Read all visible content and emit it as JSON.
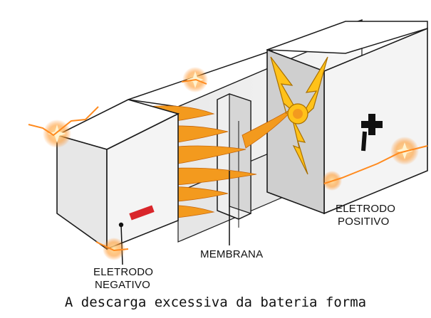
{
  "labels": {
    "negative_electrode": [
      "ELETRODO",
      "NEGATIVO"
    ],
    "positive_electrode": [
      "ELETRODO",
      "POSITIVO"
    ],
    "membrane": "MEMBRANA"
  },
  "symbols": {
    "negative": "minus-sign",
    "positive": "plus-sign"
  },
  "caption": "A descarga excessiva da bateria forma",
  "colors": {
    "negative_symbol": "#d9262b",
    "positive_symbol": "#111111",
    "dendrite": "#f39a1e",
    "spark_glow": "#ffd38a",
    "lightning": "#ffc21a",
    "box_front": "#f1f1f1",
    "box_top": "#ffffff",
    "box_side": "#d9d9d9",
    "outline": "#1a1a1a"
  }
}
